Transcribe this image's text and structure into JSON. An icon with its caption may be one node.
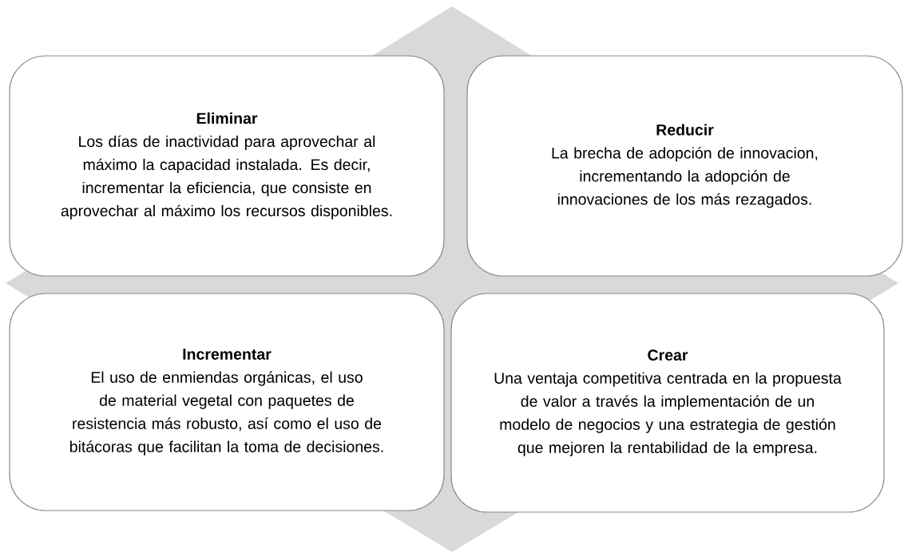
{
  "diagram": {
    "nodes": [
      {
        "text": [
          "Eliminar",
          "Los días de inactividad para aprovechar al máximo la capacidad instalada. Es decir, incrementar la eficiencia, que consiste en aprovechar al máximo los recursos disponibles."
        ]
      },
      {
        "text": [
          "Reducir",
          "La brecha de adopción de innovacion, incrementando la adopción de innovaciones de los más rezagados."
        ]
      },
      {
        "text": [
          "Incrementar",
          "El uso de enmiendas orgánicas, el uso de material vegetal con paquetes de resistencia más robusto, así como el uso de bitácoras que facilitan la toma de decisiones."
        ]
      },
      {
        "text": [
          "Crear",
          "Una ventaja competitiva centrada en la propuesta de valor a través la implementación de un modelo de negocios y una estrategia de gestión que mejoren la rentabilidad de la empresa."
        ]
      }
    ]
  }
}
